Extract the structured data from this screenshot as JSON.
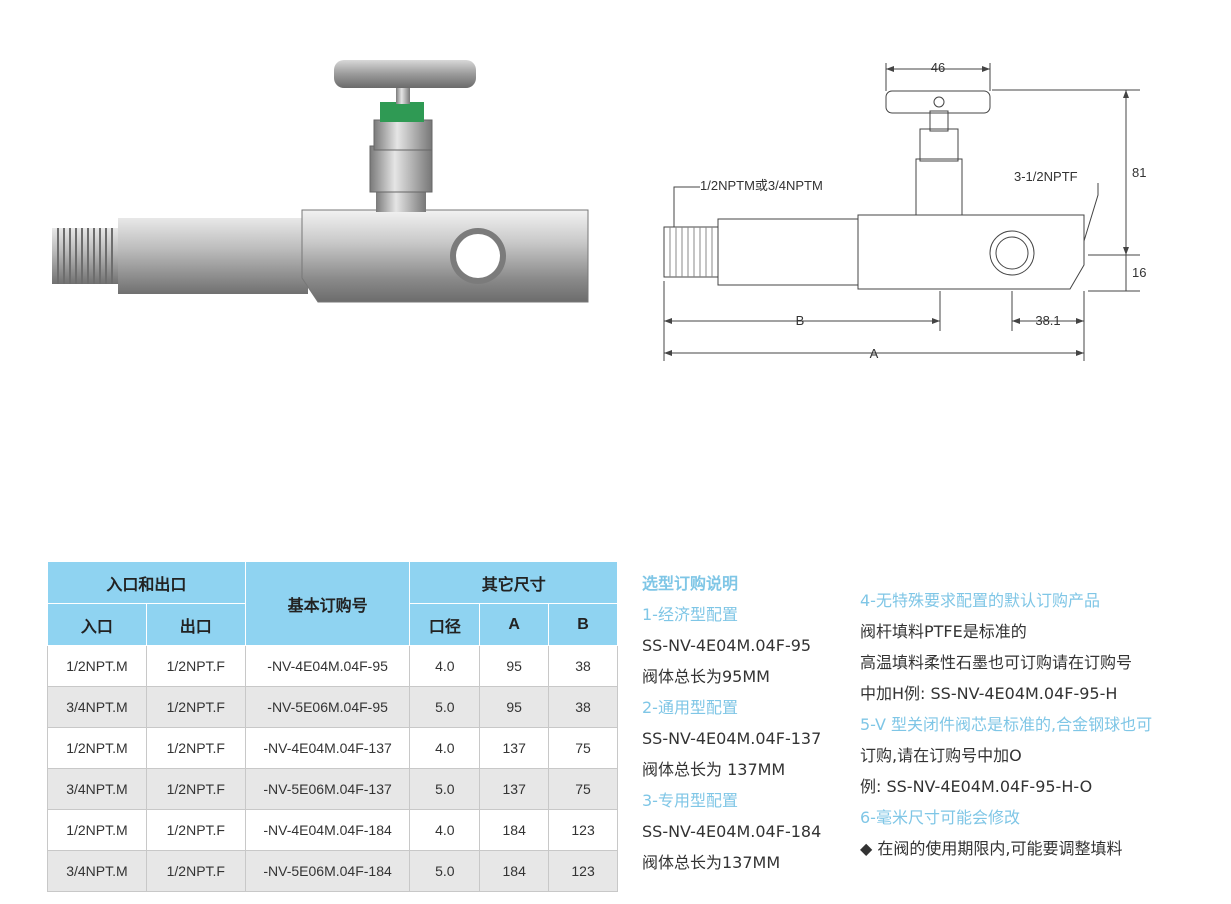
{
  "drawing": {
    "dim_46": "46",
    "dim_81": "81",
    "dim_16": "16",
    "dim_38": "38.1",
    "dim_b": "B",
    "dim_a": "A",
    "inlet_label": "1/2NPTM或3/4NPTM",
    "outlet_label": "3-1/2NPTF"
  },
  "table": {
    "group_inout": "入口和出口",
    "group_order": "基本订购号",
    "group_other": "其它尺寸",
    "col_in": "入口",
    "col_out": "出口",
    "col_bore": "口径",
    "col_a": "A",
    "col_b": "B",
    "rows": [
      {
        "inlet": "1/2NPT.M",
        "outlet": "1/2NPT.F",
        "order": "-NV-4E04M.04F-95",
        "bore": "4.0",
        "a": "95",
        "b": "38"
      },
      {
        "inlet": "3/4NPT.M",
        "outlet": "1/2NPT.F",
        "order": "-NV-5E06M.04F-95",
        "bore": "5.0",
        "a": "95",
        "b": "38"
      },
      {
        "inlet": "1/2NPT.M",
        "outlet": "1/2NPT.F",
        "order": "-NV-4E04M.04F-137",
        "bore": "4.0",
        "a": "137",
        "b": "75"
      },
      {
        "inlet": "3/4NPT.M",
        "outlet": "1/2NPT.F",
        "order": "-NV-5E06M.04F-137",
        "bore": "5.0",
        "a": "137",
        "b": "75"
      },
      {
        "inlet": "1/2NPT.M",
        "outlet": "1/2NPT.F",
        "order": "-NV-4E04M.04F-184",
        "bore": "4.0",
        "a": "184",
        "b": "123"
      },
      {
        "inlet": "3/4NPT.M",
        "outlet": "1/2NPT.F",
        "order": "-NV-5E06M.04F-184",
        "bore": "5.0",
        "a": "184",
        "b": "123"
      }
    ]
  },
  "notes_left": [
    {
      "text": "选型订购说明",
      "style": "blue bold"
    },
    {
      "text": "1-经济型配置",
      "style": "blue"
    },
    {
      "text": "SS-NV-4E04M.04F-95",
      "style": "dark"
    },
    {
      "text": "阀体总长为95MM",
      "style": "dark"
    },
    {
      "text": "2-通用型配置",
      "style": "blue"
    },
    {
      "text": "SS-NV-4E04M.04F-137",
      "style": "dark"
    },
    {
      "text": "阀体总长为 137MM",
      "style": "dark"
    },
    {
      "text": "3-专用型配置",
      "style": "blue"
    },
    {
      "text": "SS-NV-4E04M.04F-184",
      "style": "dark"
    },
    {
      "text": "阀体总长为137MM",
      "style": "dark"
    }
  ],
  "notes_right": [
    {
      "text": "4-无特殊要求配置的默认订购产品",
      "style": "blue"
    },
    {
      "text": "阀杆填料PTFE是标准的",
      "style": "dark"
    },
    {
      "text": "高温填料柔性石墨也可订购请在订购号",
      "style": "dark"
    },
    {
      "text": "中加H例: SS-NV-4E04M.04F-95-H",
      "style": "dark"
    },
    {
      "text": "5-V 型关闭件阀芯是标准的,合金钢球也可",
      "style": "blue"
    },
    {
      "text": "订购,请在订购号中加O",
      "style": "dark"
    },
    {
      "text": "例: SS-NV-4E04M.04F-95-H-O",
      "style": "dark"
    },
    {
      "text": "6-毫米尺寸可能会修改",
      "style": "blue"
    },
    {
      "text": "◆ 在阀的使用期限内,可能要调整填料",
      "style": "dark"
    }
  ]
}
